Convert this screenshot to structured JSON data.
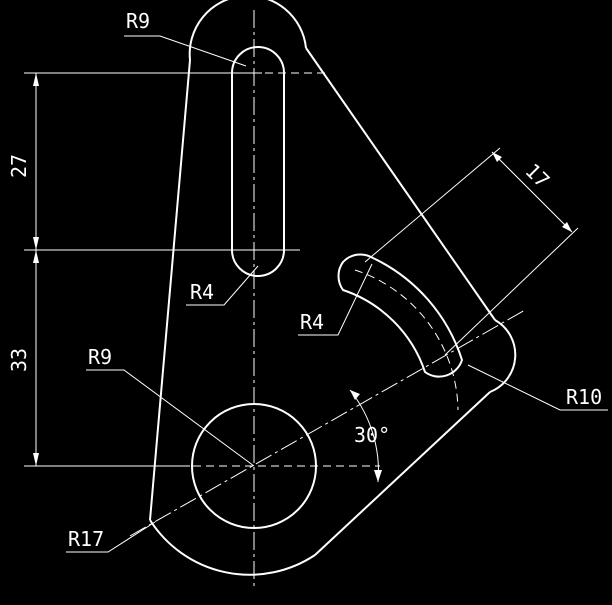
{
  "drawing": {
    "background_color": "#000000",
    "line_color": "#ffffff"
  },
  "labels": {
    "r9_top": "R9",
    "dim_27": "27",
    "dim_17": "17",
    "r4_left": "R4",
    "r4_right": "R4",
    "dim_33": "33",
    "r9_circle": "R9",
    "r10": "R10",
    "angle_30": "30°",
    "r17": "R17"
  }
}
